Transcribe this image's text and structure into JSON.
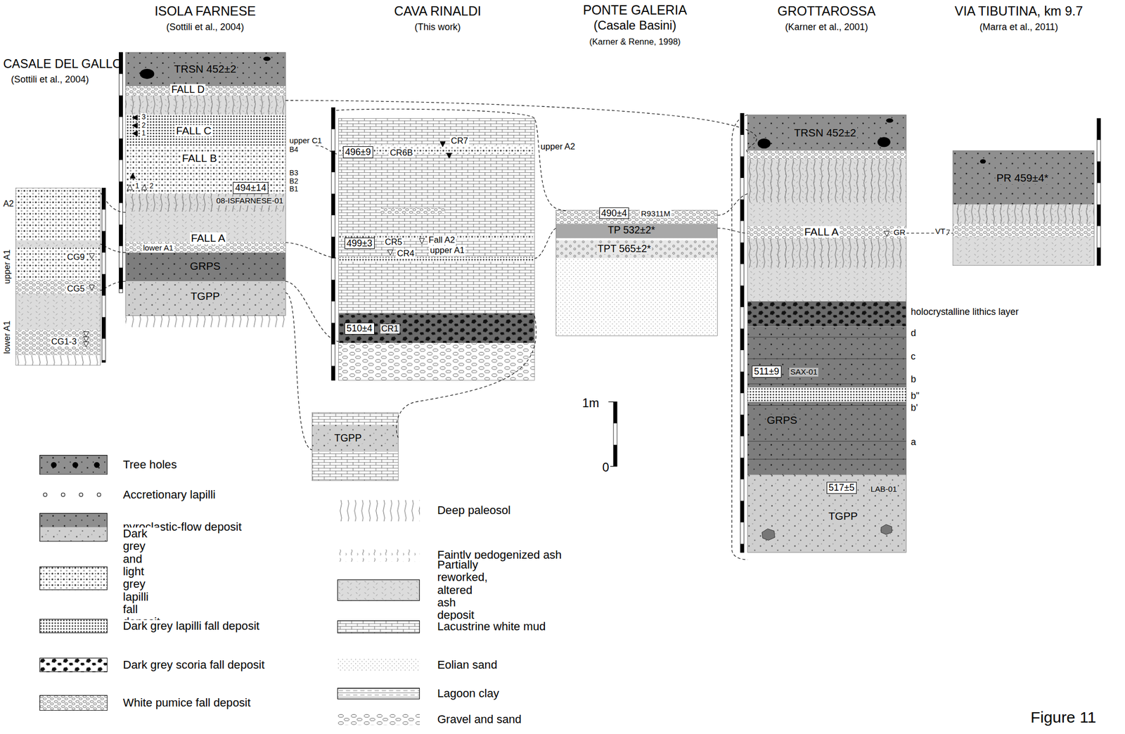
{
  "diagram": {
    "nodes": [
      {
        "text": [
          "CASALE DEL GALLO",
          "(Sottili et al., 2004)"
        ]
      },
      {
        "text": [
          "ISOLA FARNESE",
          "(Sottili et al., 2004)"
        ]
      },
      {
        "text": [
          "TRSN 452±2"
        ],
        "in": 1
      },
      {
        "text": [
          "FALL D"
        ],
        "in": 1
      },
      {
        "text": [
          "FALL C"
        ],
        "in": 1
      },
      {
        "text": [
          "FALL B"
        ],
        "in": 1
      },
      {
        "text": [
          "494±14"
        ],
        "in": 5
      },
      {
        "text": [
          "FALL A"
        ],
        "in": 1
      },
      {
        "text": [
          "GRPS"
        ],
        "in": 1
      },
      {
        "text": [
          "TGPP"
        ],
        "in": 1
      },
      {
        "text": [
          "CAVA RINALDI",
          "(This work)"
        ]
      },
      {
        "text": [
          "496±9"
        ],
        "in": 10
      },
      {
        "text": [
          "499±3"
        ],
        "in": 10
      },
      {
        "text": [
          "510±4"
        ],
        "in": 10
      },
      {
        "text": [
          "TGPP"
        ]
      },
      {
        "text": [
          "PONTE GALERIA",
          "(Casale Basini)",
          "(Karner & Renne, 1998)"
        ]
      },
      {
        "text": [
          "490±4"
        ],
        "in": 15
      },
      {
        "text": [
          "TP 532±2*"
        ],
        "in": 15
      },
      {
        "text": [
          "TPT 565±2*"
        ],
        "in": 15
      },
      {
        "text": [
          "GROTTAROSSA",
          "(Karner et al., 2001)"
        ]
      },
      {
        "text": [
          "TRSN 452±2"
        ],
        "in": 19
      },
      {
        "text": [
          "FALL A"
        ],
        "in": 19
      },
      {
        "text": [
          "GRPS"
        ],
        "in": 19
      },
      {
        "text": [
          "511±9"
        ],
        "in": 22
      },
      {
        "text": [
          "TGPP"
        ],
        "in": 19
      },
      {
        "text": [
          "517±5"
        ],
        "in": 24
      },
      {
        "text": [
          "VIA TIBUTINA, km 9.7",
          "(Marra et al., 2011)"
        ]
      },
      {
        "text": [
          "PR 459±4*"
        ],
        "in": 26
      }
    ],
    "labels": [
      "upper C1",
      "B4",
      "B3",
      "B2",
      "B1",
      "08-ISFARNESE-01",
      "lower A1",
      "3",
      "2",
      "1",
      "1",
      "2",
      "A2",
      "upper A1",
      "lower A1",
      "CG9",
      "CG5",
      "CG1-3",
      "CR7",
      "CR6B",
      "upper A2",
      "CR5",
      "Fall A2",
      "CR4",
      "upper A1",
      "CR1",
      "R9311M",
      "holocrystalline lithics layer",
      "d",
      "c",
      "b",
      "b\"",
      "b'",
      "a",
      "SAX-01",
      "LAB-01",
      "GR",
      "VT",
      "1m",
      "0",
      "Figure 11"
    ],
    "legend": [
      {
        "text": "Tree holes"
      },
      {
        "text": "Accretionary lapilli"
      },
      {
        "text": "pyroclastic-flow deposit"
      },
      {
        "text": "Dark grey and light grey lapilli fall deposit"
      },
      {
        "text": "Dark grey lapilli fall deposit"
      },
      {
        "text": "Dark grey scoria fall deposit"
      },
      {
        "text": "White pumice fall deposit"
      },
      {
        "text": "Deep paleosol"
      },
      {
        "text": "Faintly pedogenized ash"
      },
      {
        "text": "Partially reworked, altered ash deposit"
      },
      {
        "text": "Lacustrine white mud"
      },
      {
        "text": "Eolian sand"
      },
      {
        "text": "Lagoon clay"
      },
      {
        "text": "Gravel and sand"
      }
    ]
  }
}
